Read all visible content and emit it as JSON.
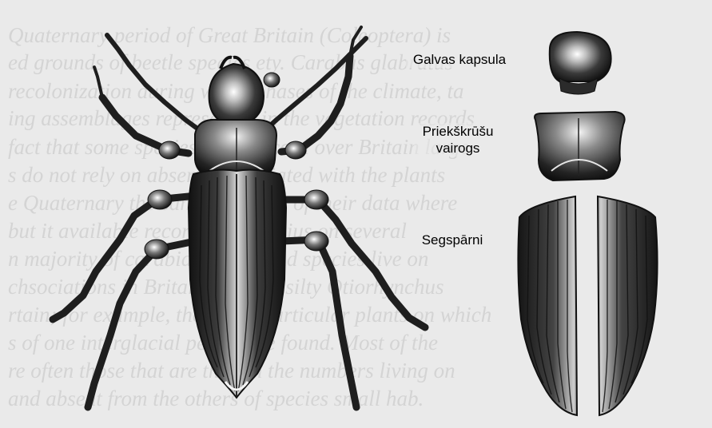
{
  "labels": {
    "head_capsule": "Galvas kapsula",
    "pronotum_line1": "Priekškrūšu",
    "pronotum_line2": "vairogs",
    "elytra": "Segspārni"
  },
  "colors": {
    "background": "#eaeaea",
    "beetle_dark": "#1e1e1e",
    "beetle_highlight": "#ffffff",
    "label_text": "#000000"
  }
}
